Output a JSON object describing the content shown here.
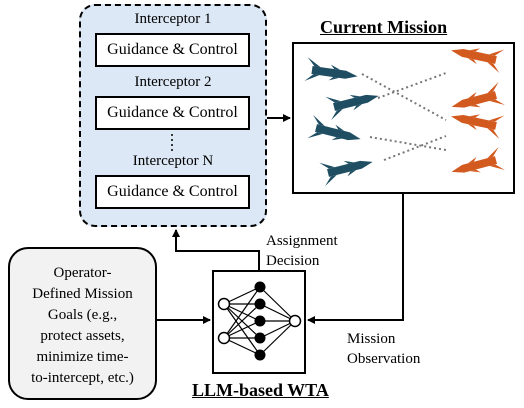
{
  "cluster": {
    "interceptors": [
      {
        "name": "Interceptor 1",
        "module": "Guidance & Control"
      },
      {
        "name": "Interceptor 2",
        "module": "Guidance & Control"
      },
      {
        "name": "Interceptor N",
        "module": "Guidance & Control"
      }
    ]
  },
  "mission": {
    "title": "Current Mission"
  },
  "goals": {
    "lines": [
      "Operator-",
      "Defined Mission",
      "Goals (e.g.,",
      "protect assets,",
      "minimize time-",
      "to-intercept, etc.)"
    ]
  },
  "wta": {
    "title": "LLM-based WTA"
  },
  "labels": {
    "assignment": [
      "Assignment",
      "Decision"
    ],
    "observation": [
      "Mission",
      "Observation"
    ]
  },
  "colors": {
    "cluster_fill": "#dce8f5",
    "interceptor_missile": "#1f4e63",
    "threat_missile": "#d35a1f",
    "goals_fill": "#f2f2f2"
  }
}
